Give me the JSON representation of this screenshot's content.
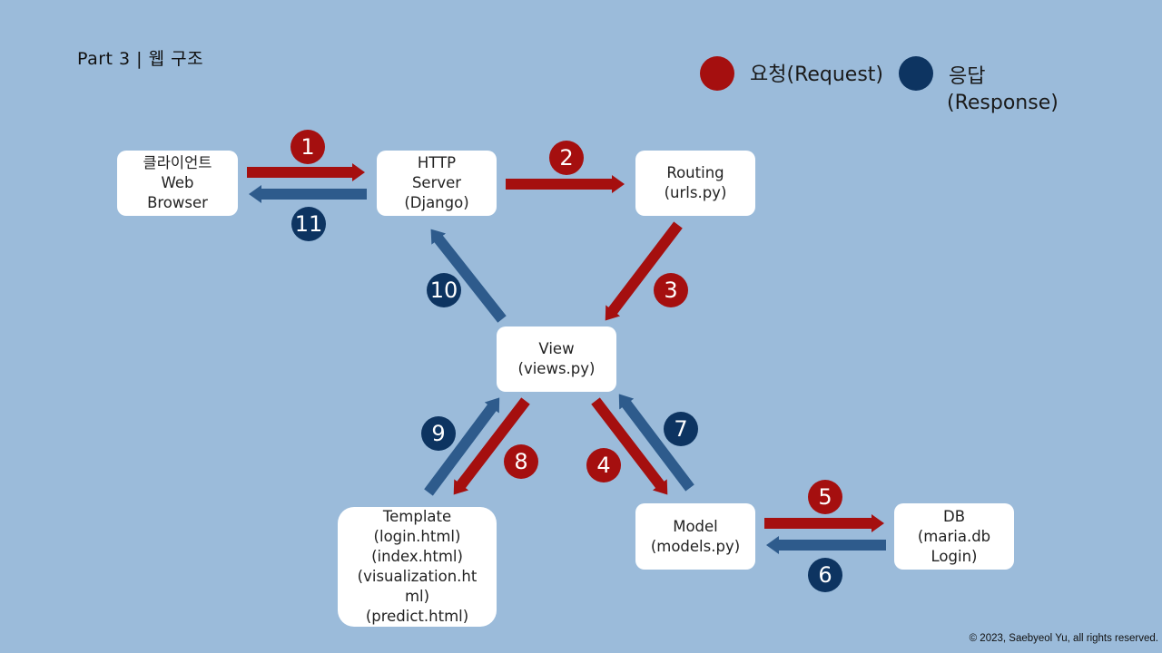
{
  "title": "Part 3 | 웹 구조",
  "legend": {
    "request_label": "요청(Request)",
    "response_label_line1": "응답",
    "response_label_line2": "(Response)",
    "request_color": "#a50f0f",
    "response_color": "#0d3461"
  },
  "nodes": {
    "client": [
      "클라이언트",
      "Web",
      "Browser"
    ],
    "http_server": [
      "HTTP",
      "Server",
      "(Django)"
    ],
    "routing": [
      "Routing",
      "(urls.py)"
    ],
    "view": [
      "View",
      "(views.py)"
    ],
    "template": [
      "Template",
      "(login.html)",
      "(index.html)",
      "(visualization.ht",
      "ml)",
      "(predict.html)"
    ],
    "model": [
      "Model",
      "(models.py)"
    ],
    "db": [
      "DB",
      "(maria.db",
      "Login)"
    ]
  },
  "steps": {
    "s1": "1",
    "s2": "2",
    "s3": "3",
    "s4": "4",
    "s5": "5",
    "s6": "6",
    "s7": "7",
    "s8": "8",
    "s9": "9",
    "s10": "10",
    "s11": "11"
  },
  "copyright": "© 2023,  Saebyeol Yu, all rights reserved."
}
